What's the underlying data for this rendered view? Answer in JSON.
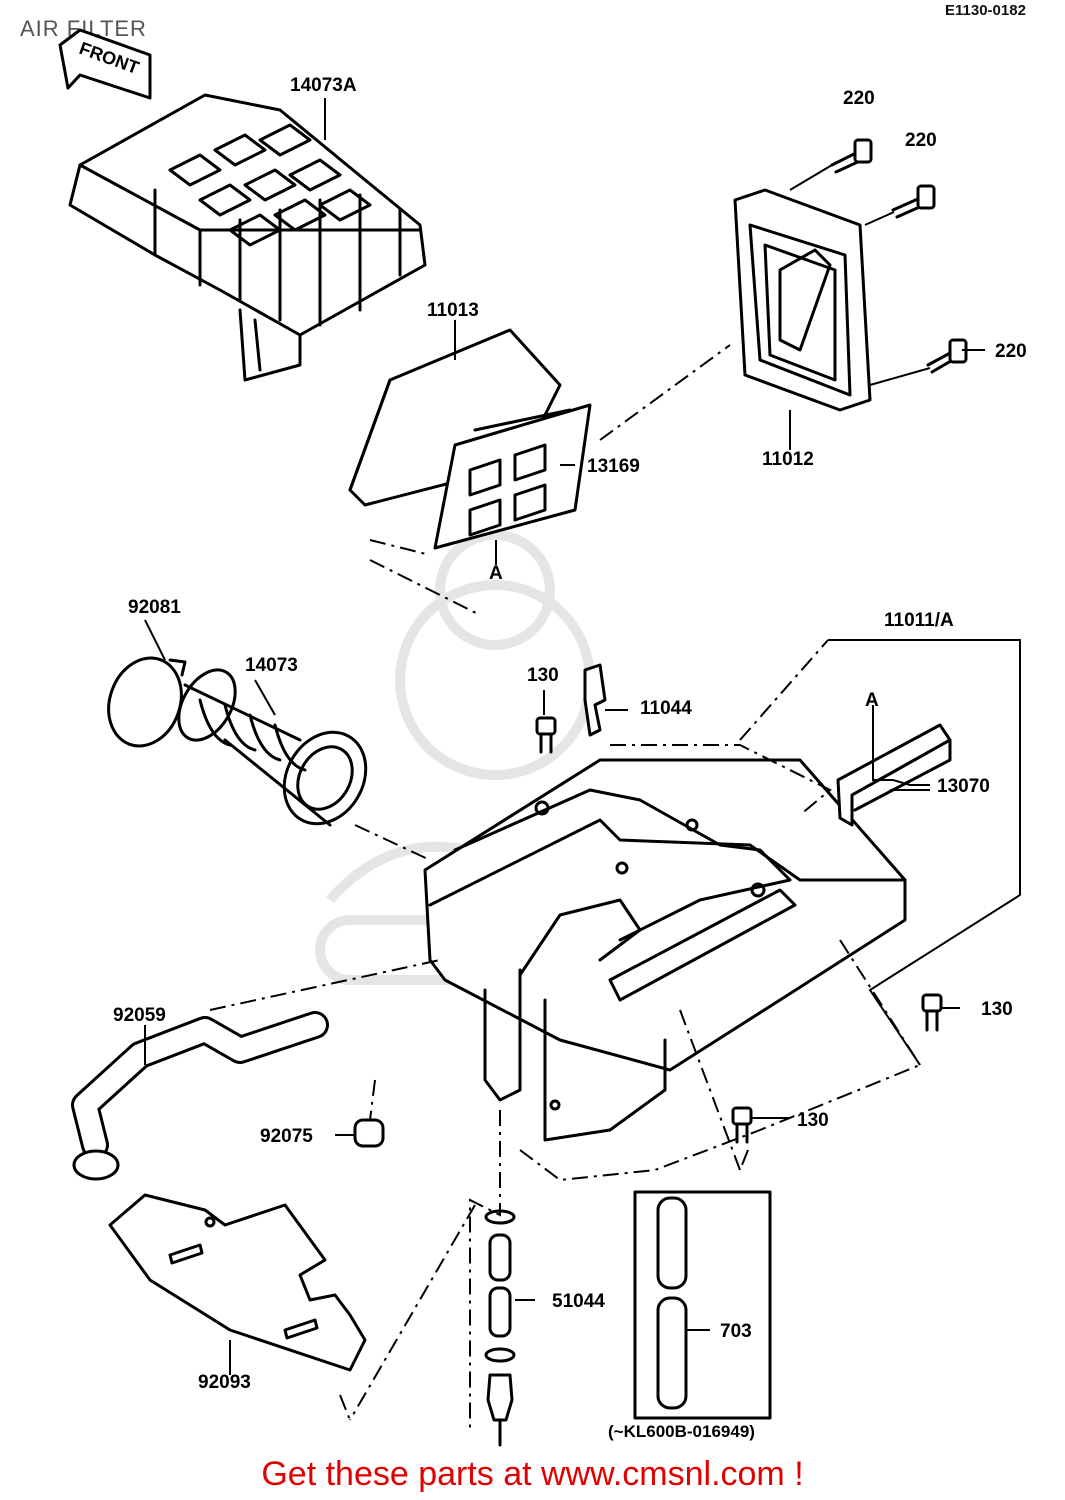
{
  "header": {
    "title": "AIR FILTER",
    "diagram_code": "E1130-0182"
  },
  "front_arrow": {
    "text": "FRONT"
  },
  "labels": {
    "p14073A": "14073A",
    "p220a": "220",
    "p220b": "220",
    "p220c": "220",
    "p11013": "11013",
    "p13169": "13169",
    "p11012": "11012",
    "pA1": "A",
    "p92081": "92081",
    "p14073": "14073",
    "p11011A": "11011/A",
    "p130a": "130",
    "p11044": "11044",
    "pA2": "A",
    "p13070": "13070",
    "p92059": "92059",
    "p130b": "130",
    "p130c": "130",
    "p92075": "92075",
    "p51044": "51044",
    "p703": "703",
    "p92093": "92093",
    "serial_note": "(~KL600B-016949)"
  },
  "footer": {
    "text": "Get these parts at www.cmsnl.com !"
  },
  "colors": {
    "line": "#000000",
    "footer": "#e00000",
    "watermark": "#d8d8d8"
  }
}
